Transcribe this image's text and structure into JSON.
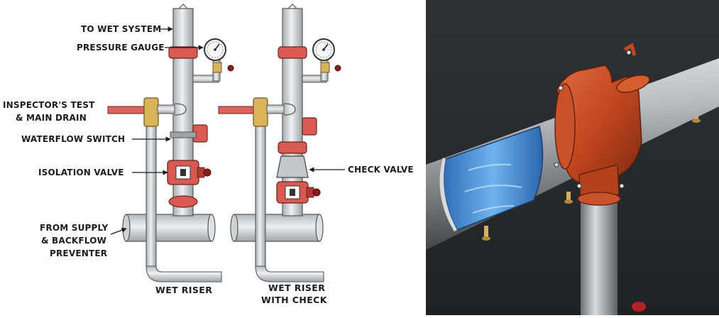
{
  "diagram": {
    "labels": {
      "to_wet_system": "TO WET SYSTEM",
      "pressure_gauge": "PRESSURE GAUGE",
      "inspectors_test_1": "INSPECTOR'S TEST",
      "inspectors_test_2": "& MAIN DRAIN",
      "waterflow_switch": "WATERFLOW SWITCH",
      "isolation_valve": "ISOLATION VALVE",
      "from_supply_1": "FROM SUPPLY",
      "from_supply_2": "& BACKFLOW",
      "from_supply_3": "PREVENTER",
      "check_valve": "CHECK VALVE"
    },
    "captions": {
      "wet_riser": "WET RISER",
      "wet_riser_check_1": "WET RISER",
      "wet_riser_check_2": "WITH CHECK"
    }
  },
  "colors": {
    "pipe": "#cfd3d6",
    "fitting_red": "#d95a52",
    "brass": "#d9b45a",
    "photo_bg": "#2a2d31",
    "water_blue": "#3f8fd6",
    "copper_orange": "#c2461f"
  }
}
